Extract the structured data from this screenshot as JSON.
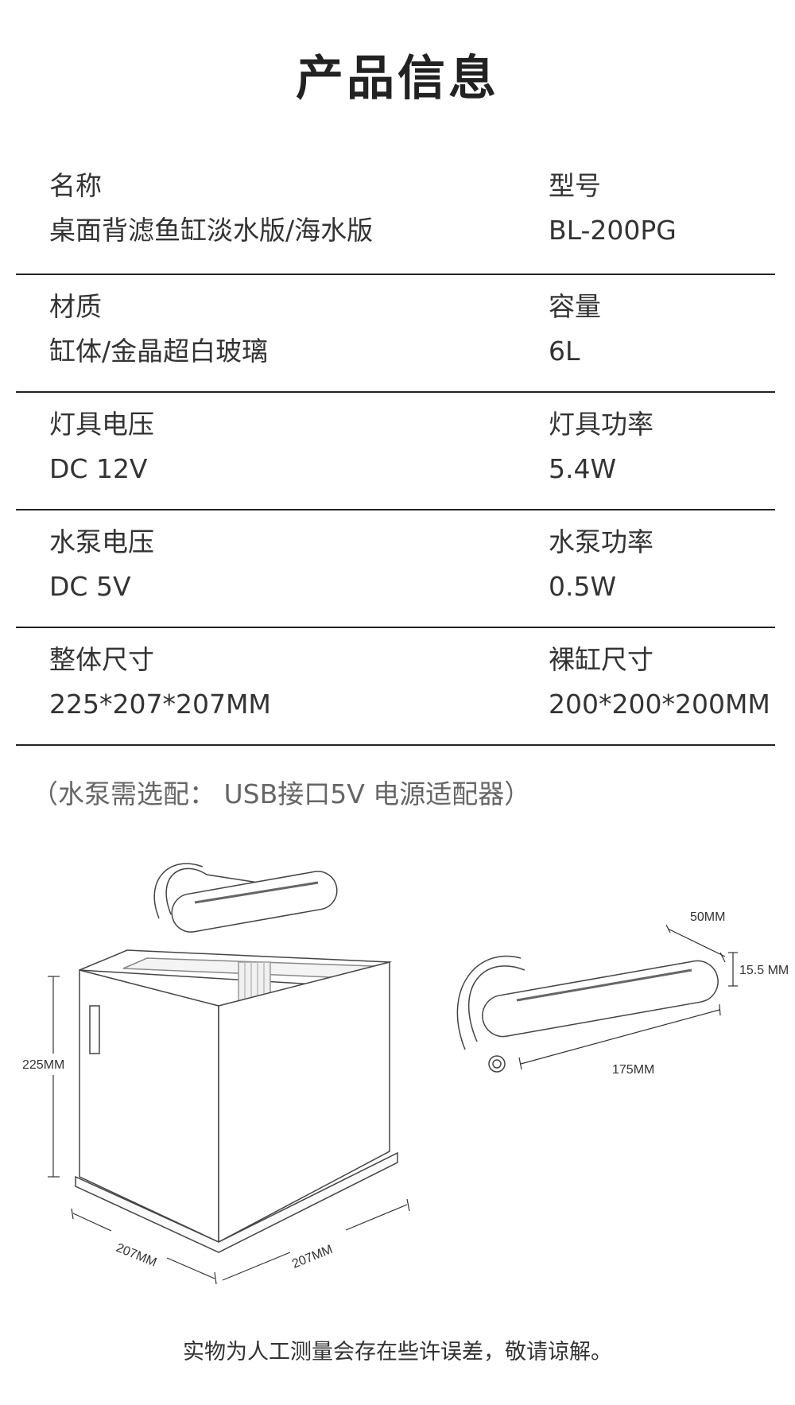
{
  "title": "产品信息",
  "specs": [
    {
      "left": {
        "label": "名称",
        "value": "桌面背滤鱼缸淡水版/海水版"
      },
      "right": {
        "label": "型号",
        "value": "BL-200PG"
      }
    },
    {
      "left": {
        "label": "材质",
        "value": "缸体/金晶超白玻璃"
      },
      "right": {
        "label": "容量",
        "value": "6L"
      }
    },
    {
      "left": {
        "label": "灯具电压",
        "value": "DC 12V"
      },
      "right": {
        "label": "灯具功率",
        "value": "5.4W"
      }
    },
    {
      "left": {
        "label": "水泵电压",
        "value": "DC 5V"
      },
      "right": {
        "label": "水泵功率",
        "value": "0.5W"
      }
    },
    {
      "left": {
        "label": "整体尺寸",
        "value": "225*207*207MM"
      },
      "right": {
        "label": "裸缸尺寸",
        "value": "200*200*200MM"
      }
    }
  ],
  "note": "（水泵需选配： USB接口5V 电源适配器）",
  "dimensions": {
    "height": "225MM",
    "depth": "207MM",
    "width": "207MM",
    "lamp_width": "50MM",
    "lamp_height": "15.5 MM",
    "lamp_length": "175MM"
  },
  "footer": "实物为人工测量会存在些许误差，敬请谅解。"
}
